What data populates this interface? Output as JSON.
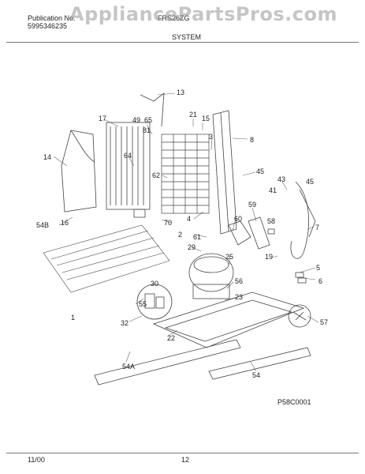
{
  "header": {
    "publication_label": "Publication No.",
    "publication_number": "5995346235",
    "model_code": "FRS26ZG",
    "section_title": "SYSTEM"
  },
  "watermark": "AppliancePartsPros.com",
  "callouts": [
    {
      "id": "c13",
      "text": "13"
    },
    {
      "id": "c17",
      "text": "17"
    },
    {
      "id": "c49",
      "text": "49"
    },
    {
      "id": "c65",
      "text": "65"
    },
    {
      "id": "c21",
      "text": "21"
    },
    {
      "id": "c15",
      "text": "15"
    },
    {
      "id": "c81",
      "text": "81"
    },
    {
      "id": "c3",
      "text": "3"
    },
    {
      "id": "c8",
      "text": "8"
    },
    {
      "id": "c14",
      "text": "14"
    },
    {
      "id": "c64",
      "text": "64"
    },
    {
      "id": "c62",
      "text": "62"
    },
    {
      "id": "c45a",
      "text": "45"
    },
    {
      "id": "c43",
      "text": "43"
    },
    {
      "id": "c45b",
      "text": "45"
    },
    {
      "id": "c41",
      "text": "41"
    },
    {
      "id": "c59",
      "text": "59"
    },
    {
      "id": "c4",
      "text": "4"
    },
    {
      "id": "c60",
      "text": "60"
    },
    {
      "id": "c58",
      "text": "58"
    },
    {
      "id": "c54B",
      "text": "54B"
    },
    {
      "id": "c16",
      "text": "16"
    },
    {
      "id": "c70",
      "text": "70"
    },
    {
      "id": "c2",
      "text": "2"
    },
    {
      "id": "c61",
      "text": "61"
    },
    {
      "id": "c7",
      "text": "7"
    },
    {
      "id": "c29",
      "text": "29"
    },
    {
      "id": "c25",
      "text": "25"
    },
    {
      "id": "c19",
      "text": "19"
    },
    {
      "id": "c5",
      "text": "5"
    },
    {
      "id": "c30",
      "text": "30"
    },
    {
      "id": "c56",
      "text": "56"
    },
    {
      "id": "c6",
      "text": "6"
    },
    {
      "id": "c55",
      "text": "55"
    },
    {
      "id": "c23",
      "text": "23"
    },
    {
      "id": "c1",
      "text": "1"
    },
    {
      "id": "c57",
      "text": "57"
    },
    {
      "id": "c32",
      "text": "32"
    },
    {
      "id": "c22",
      "text": "22"
    },
    {
      "id": "c54A",
      "text": "54A"
    },
    {
      "id": "c54",
      "text": "54"
    }
  ],
  "diagram_code": "P58C0001",
  "footer": {
    "date": "11/00",
    "page": "12"
  }
}
